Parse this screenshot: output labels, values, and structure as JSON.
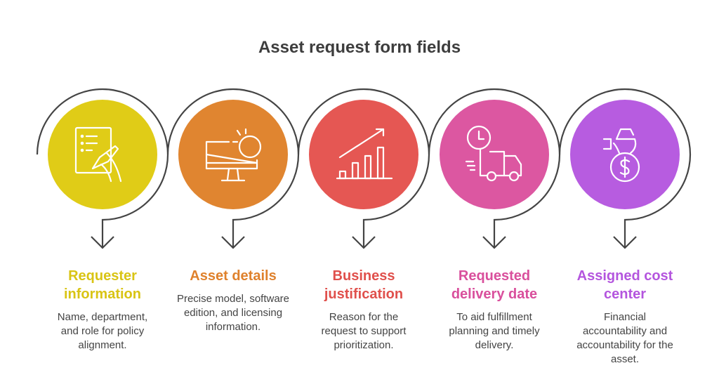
{
  "title": "Asset request form fields",
  "steps": [
    {
      "title": "Requester information",
      "description": "Name, department, and role for policy alignment.",
      "color": "#E0CC17",
      "title_color": "#D9C414",
      "icon": "form-signing-icon"
    },
    {
      "title": "Asset details",
      "description": "Precise model, software edition, and licensing information.",
      "color": "#E08530",
      "title_color": "#DF812C",
      "icon": "computer-monitor-icon"
    },
    {
      "title": "Business justification",
      "description": "Reason for the request to support prioritization.",
      "color": "#E55753",
      "title_color": "#E0504C",
      "icon": "growth-chart-icon"
    },
    {
      "title": "Requested delivery date",
      "description": "To aid fulfillment planning and timely delivery.",
      "color": "#DC57A1",
      "title_color": "#D94F9C",
      "icon": "delivery-truck-clock-icon"
    },
    {
      "title": "Assigned cost center",
      "description": "Financial accountability and accountability for the asset.",
      "color": "#B75CE0",
      "title_color": "#B455DE",
      "icon": "money-bag-icon"
    }
  ]
}
